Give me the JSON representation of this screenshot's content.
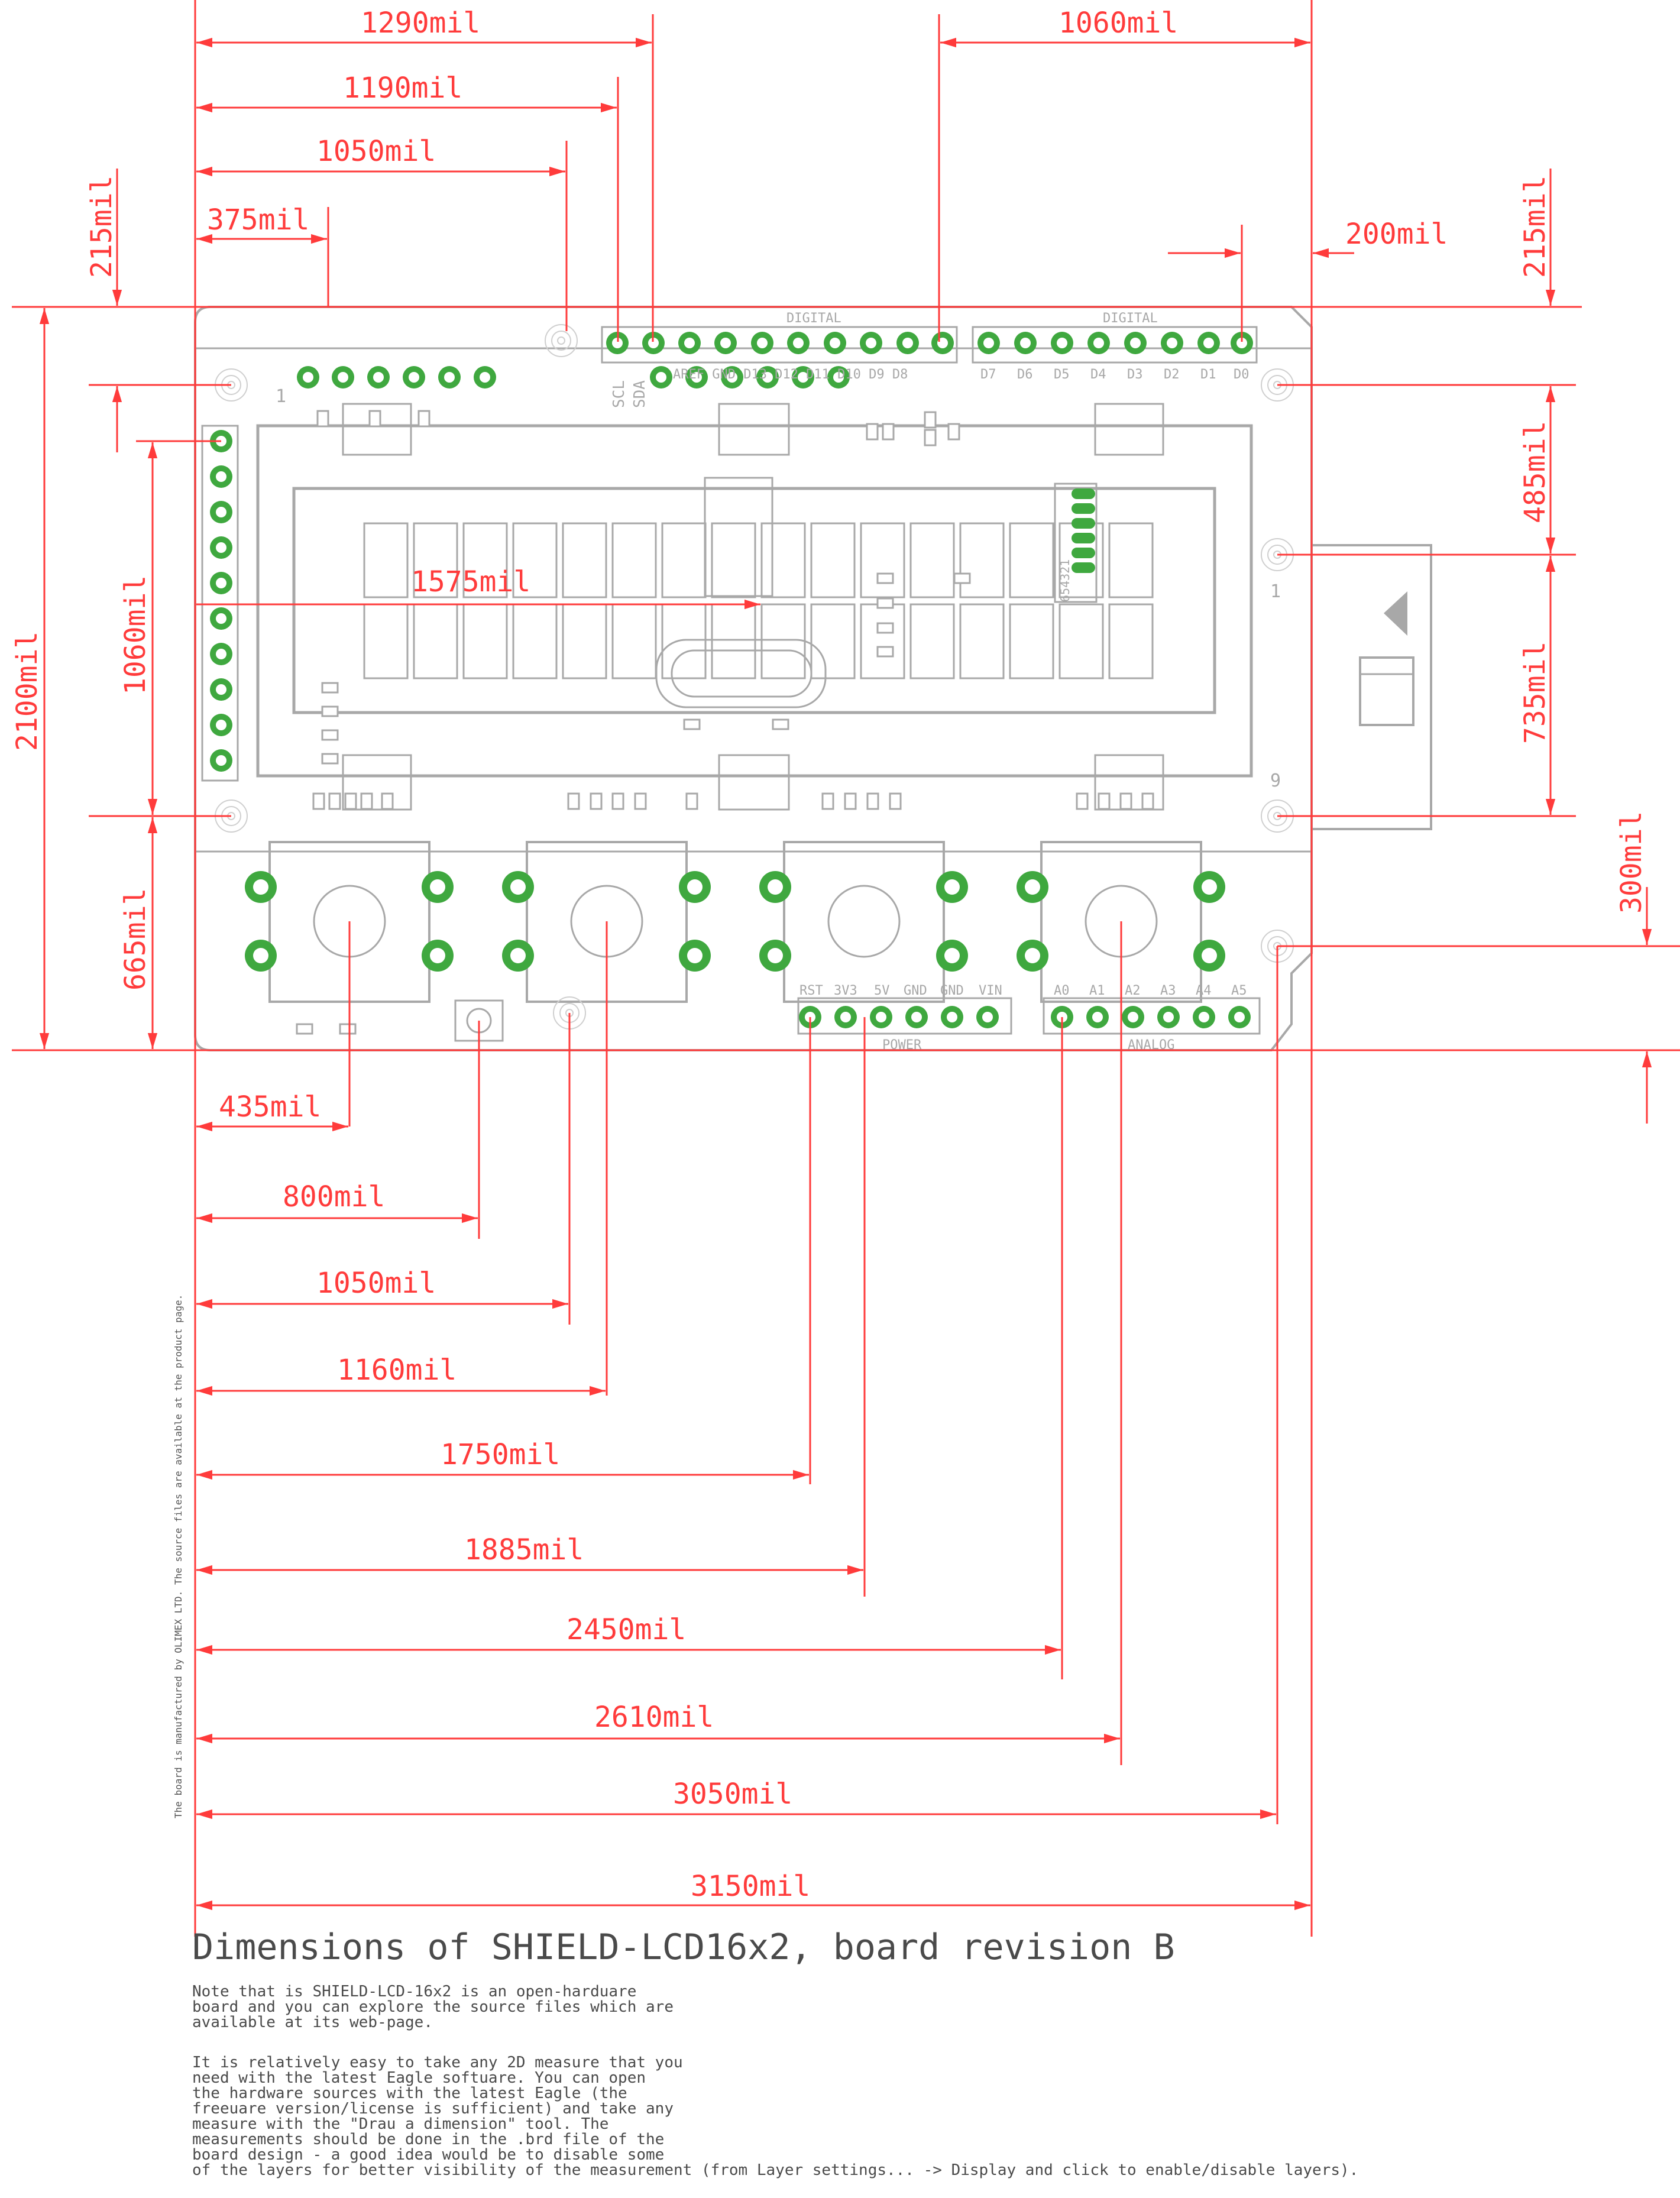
{
  "title": "Dimensions of SHIELD-LCD16x2, board revision B",
  "note_paragraph_1": "Note that is SHIELD-LCD-16x2 is an open-harduare\nboard and you can explore the source files which are\navailable at its web-page.",
  "note_paragraph_2": "It is relatively easy to take any 2D measure that you\nneed with the latest Eagle softuare. You can open\nthe hardware sources with the latest Eagle (the\nfreeuare version/license is sufficient) and take any\nmeasure with the \"Drau a dimension\" tool. The\nmeasurements should be done in the .brd file of the\nboard design - a good idea would be to disable some\nof the layers for better visibility of the measurement (from Layer settings... -> Display and click to enable/disable layers).",
  "vertical_note": "The board is manufactured by OLIMEX LTD. The source files are available at the product page.",
  "dimensions": {
    "top": [
      "1290mil",
      "1190mil",
      "1050mil",
      "375mil",
      "1060mil",
      "200mil"
    ],
    "left": [
      "215mil",
      "2100mil",
      "1060mil",
      "665mil"
    ],
    "right": [
      "215mil",
      "485mil",
      "735mil",
      "300mil"
    ],
    "center": "1575mil",
    "bottom": [
      "435mil",
      "800mil",
      "1050mil",
      "1160mil",
      "1750mil",
      "1885mil",
      "2450mil",
      "2610mil",
      "3050mil",
      "3150mil"
    ]
  },
  "board_labels": {
    "digital_header": "DIGITAL",
    "digital_pins_1": [
      "SCL",
      "SDA"
    ],
    "digital_pins_1b": "AREF GND D13 D12 D11 D10  D9   D8",
    "digital_pins_2": [
      "D7",
      "D6",
      "D5",
      "D4",
      "D3",
      "D2",
      "D1",
      "D0"
    ],
    "power_header": "POWER",
    "power_pins": [
      "RST",
      "3V3",
      "5V",
      "GND",
      "GND",
      "VIN"
    ],
    "analog_header": "ANALOG",
    "analog_pins": [
      "A0",
      "A1",
      "A2",
      "A3",
      "A4",
      "A5"
    ],
    "lcd_pin_1": "1",
    "uext_pin_1": "1",
    "uext_pin_9": "9",
    "small_header_numbers": "654321"
  },
  "colors": {
    "dimension": "#ff3b3b",
    "board_outline": "#a8a8a8",
    "pad": "#3fa83f",
    "text": "#4a4a4a"
  }
}
